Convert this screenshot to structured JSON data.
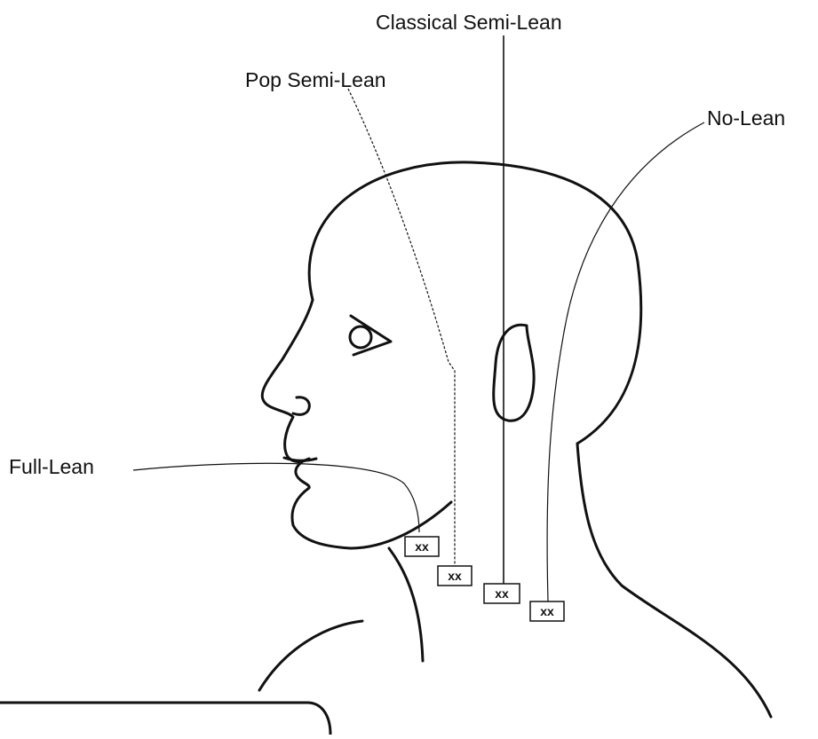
{
  "labels": {
    "classical_semi_lean": "Classical Semi-Lean",
    "pop_semi_lean": "Pop Semi-Lean",
    "no_lean": "No-Lean",
    "full_lean": "Full-Lean"
  },
  "markers": {
    "full_lean": "xx",
    "pop_semi_lean": "xx",
    "classical_semi_lean": "xx",
    "no_lean": "xx"
  },
  "colors": {
    "ink": "#111111",
    "background": "#ffffff"
  }
}
